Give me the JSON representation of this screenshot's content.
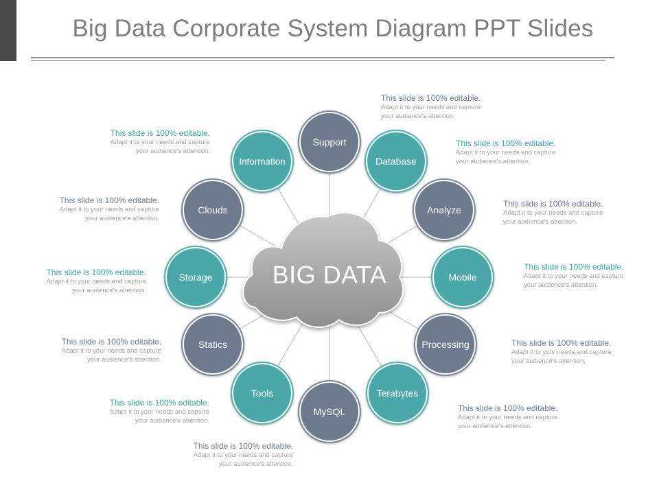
{
  "title": "Big Data Corporate System Diagram PPT Slides",
  "center_label": "BIG DATA",
  "colors": {
    "teal": "#4aa9a8",
    "slate": "#6e7b8f",
    "cloud": "#a9a9a9"
  },
  "nodes": [
    {
      "label": "Support",
      "color": "slate"
    },
    {
      "label": "Database",
      "color": "teal"
    },
    {
      "label": "Analyze",
      "color": "slate"
    },
    {
      "label": "Mobile",
      "color": "teal"
    },
    {
      "label": "Processing",
      "color": "slate"
    },
    {
      "label": "Terabytes",
      "color": "teal"
    },
    {
      "label": "MySQL",
      "color": "slate"
    },
    {
      "label": "Tools",
      "color": "teal"
    },
    {
      "label": "Statics",
      "color": "slate"
    },
    {
      "label": "Storage",
      "color": "teal"
    },
    {
      "label": "Clouds",
      "color": "slate"
    },
    {
      "label": "Information",
      "color": "teal"
    }
  ],
  "notes": [
    {
      "heading": "This slide is 100% editable.",
      "body1": "Adapt it to your needs and capture",
      "body2": "your audience's attention."
    },
    {
      "heading": "This slide is 100% editable.",
      "body1": "Adapt it to your needs and capture",
      "body2": "your audience's attention."
    },
    {
      "heading": "This slide is 100% editable.",
      "body1": "Adapt it to your needs and capture",
      "body2": "your audience's attention."
    },
    {
      "heading": "This slide is 100% editable.",
      "body1": "Adapt it to your needs and capture",
      "body2": "your audience's attention."
    },
    {
      "heading": "This slide is 100% editable.",
      "body1": "Adapt it to your needs and capture",
      "body2": "your audience's attention."
    },
    {
      "heading": "This slide is 100% editable.",
      "body1": "Adapt it to your needs and capture",
      "body2": "your audience's attention."
    },
    {
      "heading": "This slide is 100% editable.",
      "body1": "Adapt it to your needs and capture",
      "body2": "your audience's attention."
    },
    {
      "heading": "This slide is 100% editable.",
      "body1": "Adapt it to your needs and capture",
      "body2": "your audience's attention."
    },
    {
      "heading": "This slide is 100% editable.",
      "body1": "Adapt it to your needs and capture",
      "body2": "your audience's attention."
    },
    {
      "heading": "This slide is 100% editable.",
      "body1": "Adapt it to your needs and capture",
      "body2": "your audience's attention."
    },
    {
      "heading": "This slide is 100% editable.",
      "body1": "Adapt it to your needs and capture",
      "body2": "your audience's attention."
    }
  ]
}
